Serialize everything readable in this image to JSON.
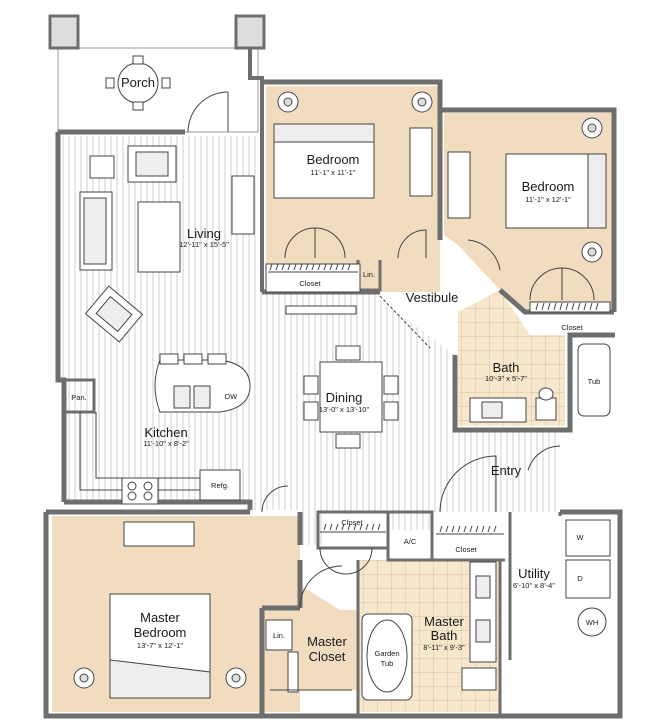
{
  "rooms": {
    "porch": {
      "name": "Porch"
    },
    "living": {
      "name": "Living",
      "dims": "12'-11\" x 15'-5\""
    },
    "bedroom1": {
      "name": "Bedroom",
      "dims": "11'-1\" x 11'-1\""
    },
    "bedroom2": {
      "name": "Bedroom",
      "dims": "11'-1\" x 12'-1\""
    },
    "vestibule": {
      "name": "Vestibule"
    },
    "bath": {
      "name": "Bath",
      "dims": "10'-3\" x 5'-7\""
    },
    "dining": {
      "name": "Dining",
      "dims": "13'-0\" x 13'-10\""
    },
    "kitchen": {
      "name": "Kitchen",
      "dims": "11'-10\" x 8'-2\""
    },
    "entry": {
      "name": "Entry"
    },
    "utility": {
      "name": "Utility",
      "dims": "6'-10\" x 8'-4\""
    },
    "master_bedroom": {
      "name_line1": "Master",
      "name_line2": "Bedroom",
      "dims": "13'-7\" x 12'-1\""
    },
    "master_closet": {
      "name_line1": "Master",
      "name_line2": "Closet"
    },
    "master_bath": {
      "name_line1": "Master",
      "name_line2": "Bath",
      "dims": "8'-11\" x 9'-3\""
    }
  },
  "fixtures": {
    "closet_bed1": "Closet",
    "closet_bed2": "Closet",
    "closet_dining": "Closet",
    "closet_entry": "Closet",
    "linen_bed": "Lin.",
    "linen_master": "Lin.",
    "pantry": "Pan.",
    "dishwasher": "DW",
    "refrigerator": "Refg.",
    "ac": "A/C",
    "tub": "Tub",
    "garden_tub_line1": "Garden",
    "garden_tub_line2": "Tub",
    "washer": "W",
    "dryer": "D",
    "water_heater": "WH"
  },
  "colors": {
    "wall": "#6e6e6e",
    "carpet": "#f1dcc0",
    "floor_lines": "#c9c9c9",
    "tile": "#f3e3c8",
    "outline": "#444444"
  }
}
